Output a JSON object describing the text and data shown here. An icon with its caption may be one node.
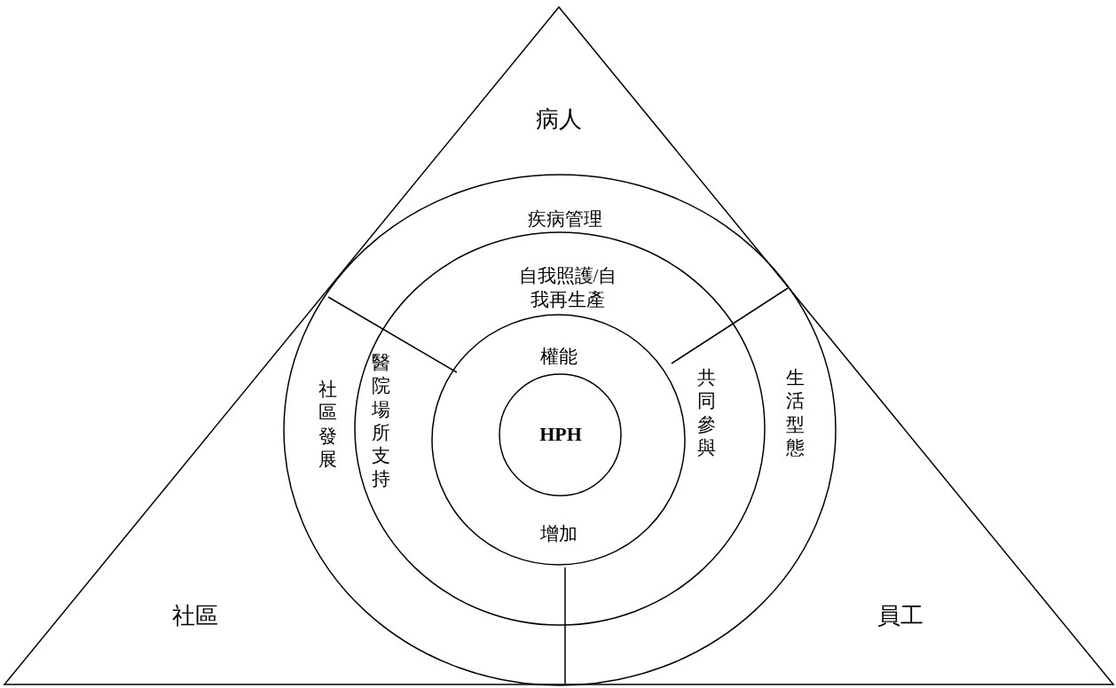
{
  "diagram": {
    "nodes": [
      {
        "text": [
          "病人",
          "社區",
          "員工"
        ]
      },
      {
        "text": [
          "疾病管理",
          "社區發展",
          "生活型態"
        ],
        "in": 0
      },
      {
        "text": [
          "自我照護/自我再生產",
          "醫院場所支持",
          "共同參與"
        ],
        "in": 1
      },
      {
        "text": [
          "權能",
          "增加"
        ],
        "in": 2
      },
      {
        "text": [
          "HPH"
        ],
        "in": 3
      }
    ],
    "edges": []
  }
}
